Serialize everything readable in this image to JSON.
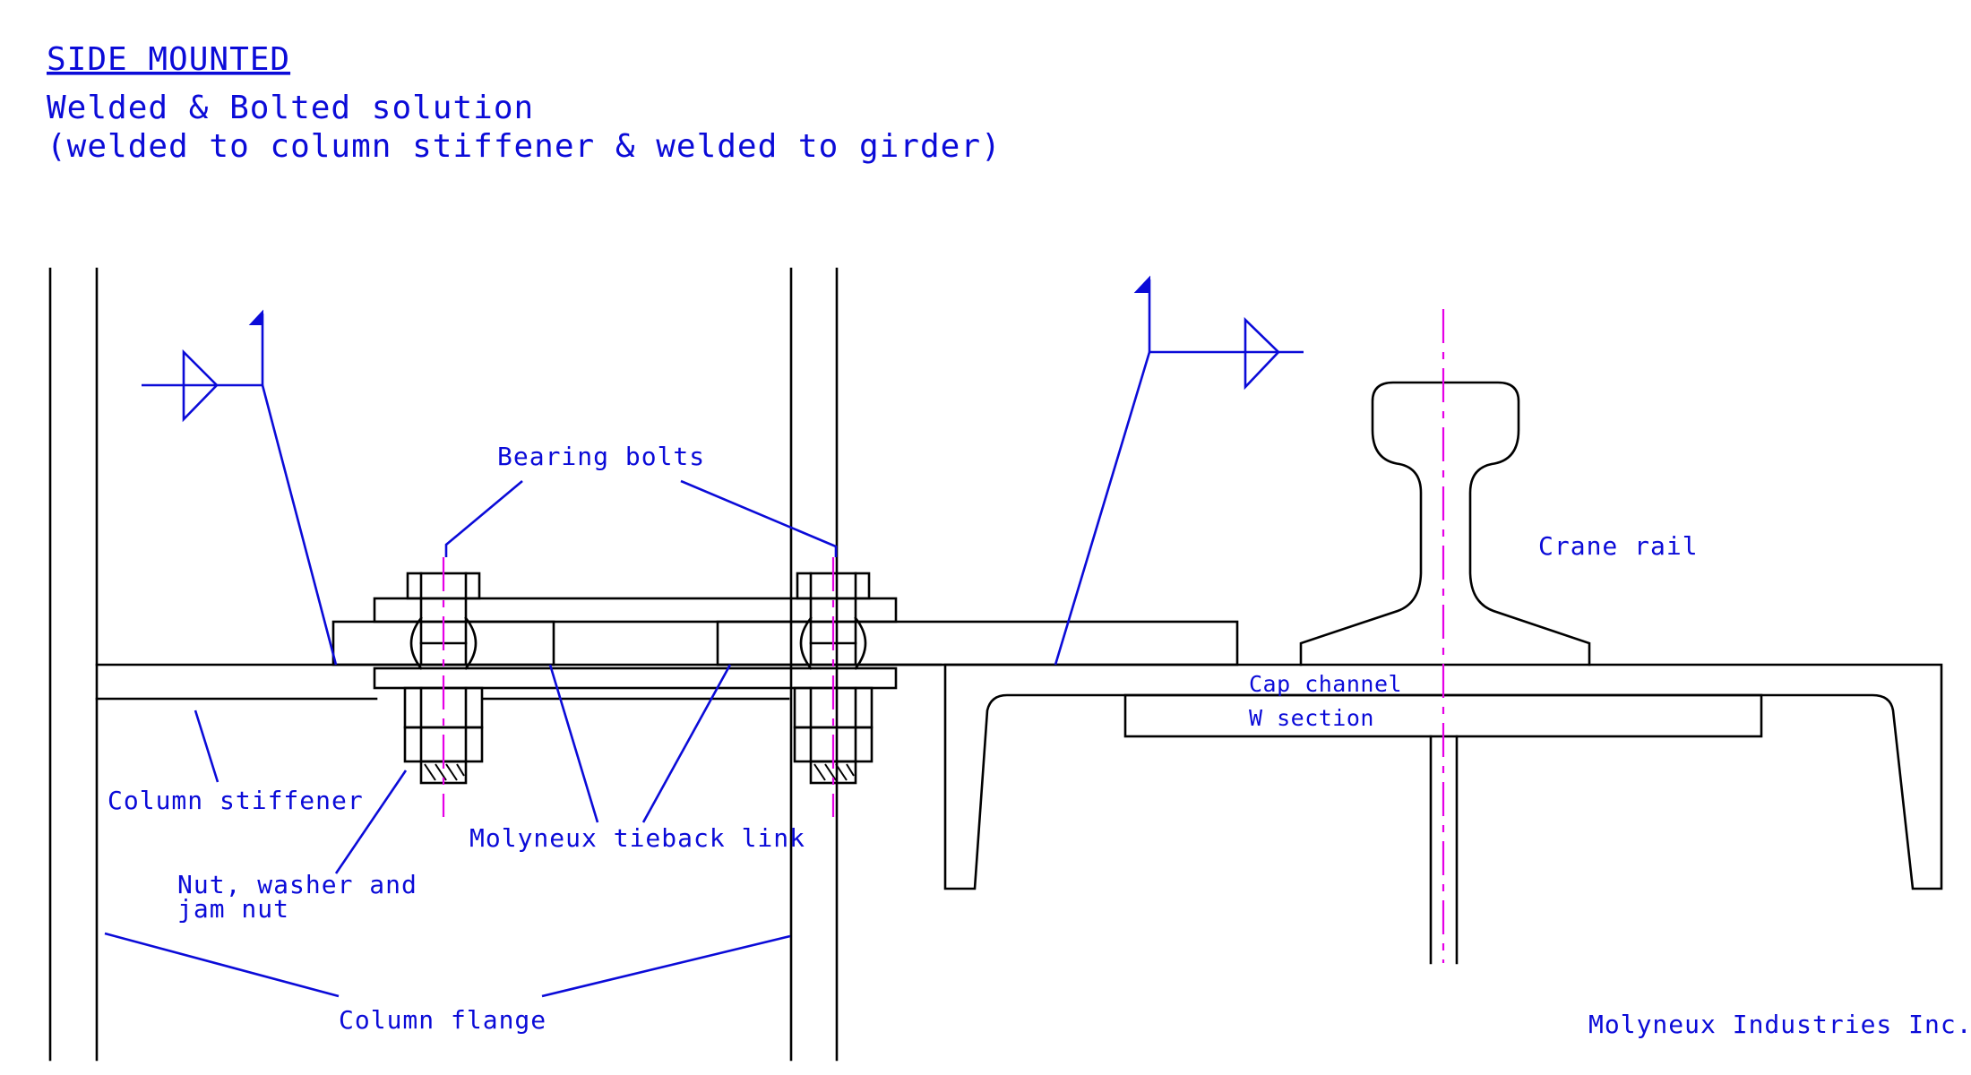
{
  "header": {
    "title": "SIDE MOUNTED",
    "subtitle_line1": "Welded & Bolted solution",
    "subtitle_line2": "(welded to column stiffener & welded to girder)"
  },
  "labels": {
    "bearing_bolts": "Bearing bolts",
    "crane_rail": "Crane rail",
    "cap_channel": "Cap channel",
    "w_section": "W section",
    "column_stiffener": "Column stiffener",
    "molyneux_tieback_link": "Molyneux tieback link",
    "nut_washer_line1": "Nut, washer and",
    "nut_washer_line2": "jam nut",
    "column_flange": "Column flange",
    "company": "Molyneux Industries Inc."
  },
  "colors": {
    "annotation": "#0b0bd8",
    "linework": "#000000",
    "centerline": "#e600e6",
    "background": "#ffffff"
  },
  "symbols": [
    "weld-symbol-left",
    "weld-symbol-right"
  ]
}
